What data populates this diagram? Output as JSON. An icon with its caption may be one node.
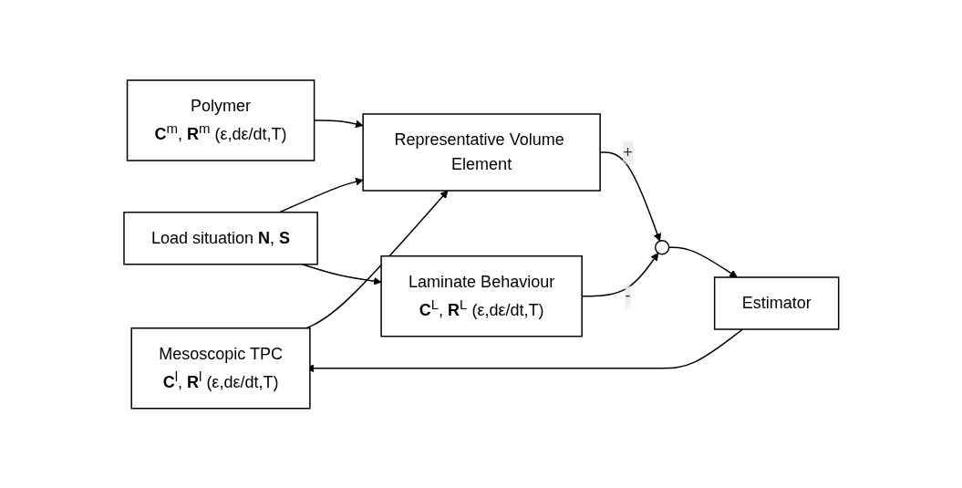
{
  "diagram": {
    "nodes": [
      {
        "text": [
          "Polymer",
          "**C**$^{m}$, **R**$^{m}$ (ε,dε/dt,T)"
        ]
      },
      {
        "text": [
          "Representative Volume Element"
        ]
      },
      {
        "text": [
          "Mesoscopic TPC",
          "**C**$^{l}$, **R**$^{l}$ (ε,dε/dt,T)"
        ]
      },
      {
        "text": [
          "Load situation **N**, **S**"
        ]
      },
      {
        "text": [
          "Laminate Behaviour",
          "**C**$^{L}$, **R**$^{L}$ (ε,dε/dt,T)"
        ]
      },
      {
        "text": [],
        "shape": "circle"
      },
      {
        "text": [
          "Estimator"
        ]
      }
    ],
    "edges": [
      {
        "from": 0,
        "to": 1,
        "arrow": "to"
      },
      {
        "from": 2,
        "to": 1,
        "arrow": "to"
      },
      {
        "from": 3,
        "to": 1,
        "arrow": "to"
      },
      {
        "from": 3,
        "to": 4,
        "arrow": "to"
      },
      {
        "from": 1,
        "to": 5,
        "label": "+",
        "arrow": "to"
      },
      {
        "from": 4,
        "to": 5,
        "label": "-",
        "arrow": "to"
      },
      {
        "from": 5,
        "to": 6,
        "arrow": "to"
      },
      {
        "from": 6,
        "to": 2,
        "arrow": "to"
      }
    ]
  }
}
